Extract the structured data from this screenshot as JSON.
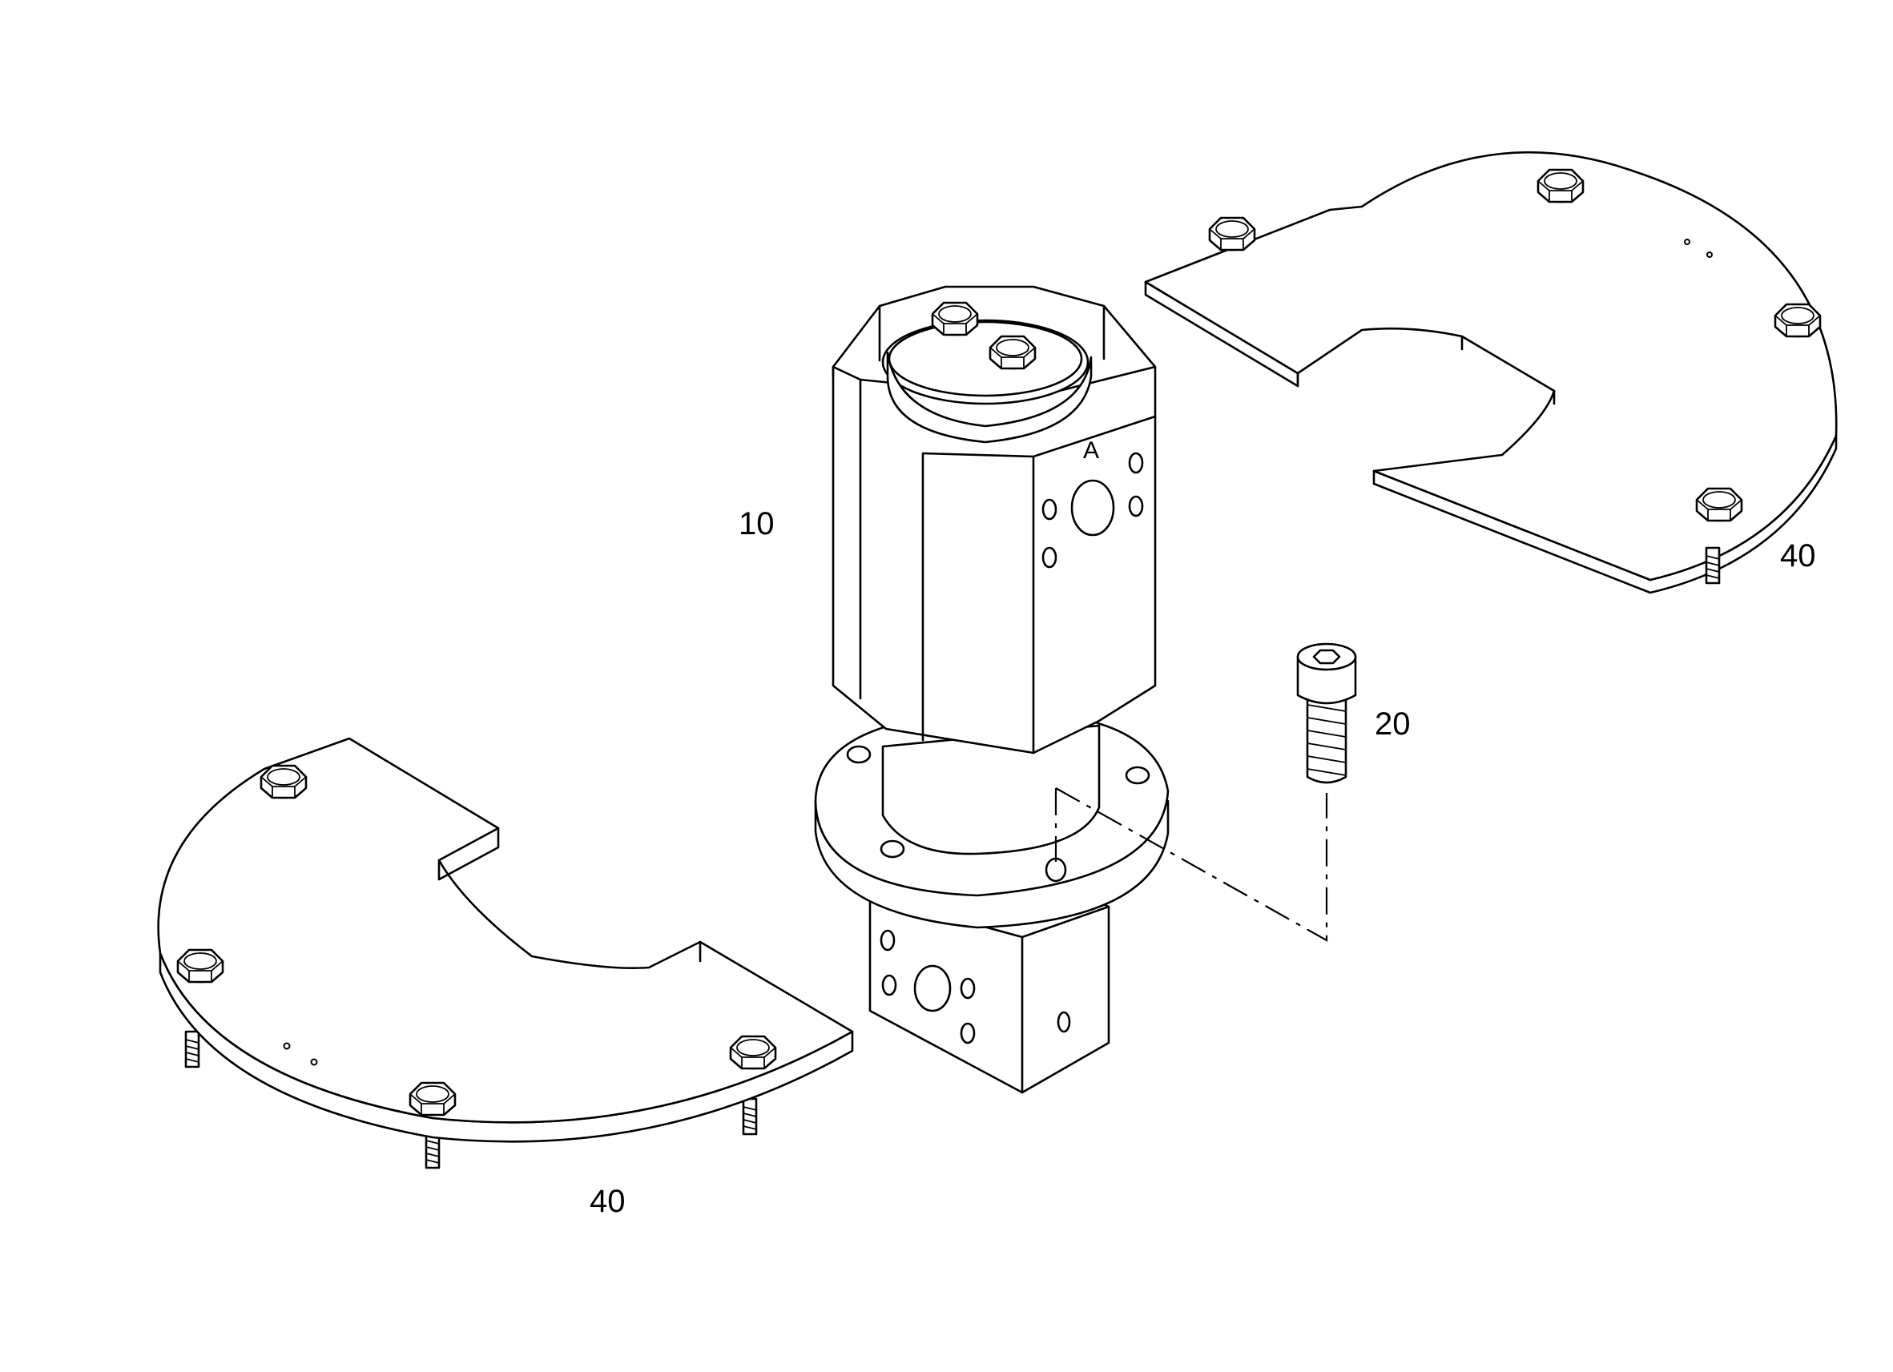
{
  "diagram": {
    "callouts": [
      {
        "id": "item-10",
        "text": "10"
      },
      {
        "id": "item-20",
        "text": "20"
      },
      {
        "id": "item-40-right",
        "text": "40"
      },
      {
        "id": "item-40-left",
        "text": "40"
      }
    ],
    "port_label": "A"
  }
}
